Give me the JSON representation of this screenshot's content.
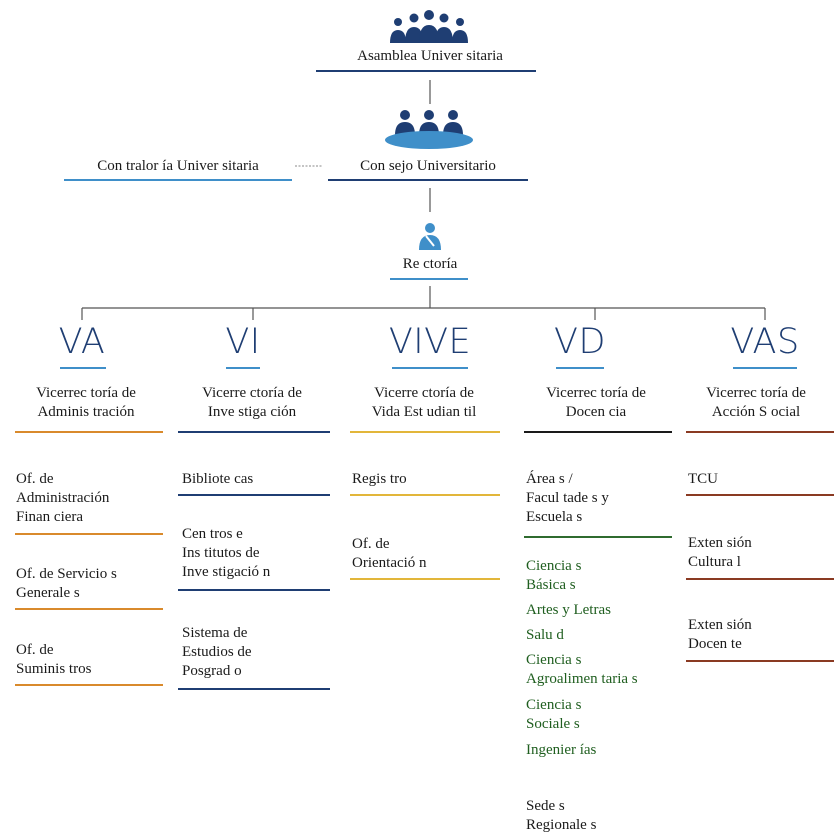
{
  "top": {
    "assembly": "Asamblea  Univer sitaria",
    "council": "Con sejo Universitario",
    "comptroller": "Con tralor ía  Univer sitaria",
    "rectory": "Re ctoría"
  },
  "icons": {
    "assembly": "group-of-people-icon",
    "council": "meeting-table-icon",
    "rectory": "person-icon"
  },
  "colors": {
    "navy": "#1f3e73",
    "blue": "#3f8fc9",
    "orange": "#d98a2c",
    "yellow": "#e2b63a",
    "green": "#2f6b2f",
    "brown": "#8a3a22",
    "greenText": "#1f5e1f"
  },
  "columns": [
    {
      "abbr": "VA",
      "title": "Vicerrec toría de\nAdminis tración",
      "items": [
        "Of.  de\nAdministración\nFinan ciera",
        "Of. de Servicio s\nGenerale  s",
        "Of.  de\nSuminis tros"
      ]
    },
    {
      "abbr": "VI",
      "title": "Vicerre ctoría de\nInve stiga ción",
      "items": [
        "Bibliote cas",
        "Cen tros  e\nIns titutos  de\nInve stigació n",
        "Sistema  de\nEstudios  de\nPosgrad o"
      ]
    },
    {
      "abbr": "VIVE",
      "title": "Vicerre ctoría de\nVida Est udian til",
      "items": [
        "Regis tro",
        "Of.  de\nOrientació n"
      ]
    },
    {
      "abbr": "VD",
      "title": "Vicerrec toría de\nDocen cia",
      "items": [
        "Área s /\nFacul tade s  y\nEscuela s"
      ],
      "subitems": [
        "Ciencia s\nBásica s",
        "Artes y  Letras",
        "Salu d",
        "Ciencia s\nAgroalimen taria s",
        "Ciencia s\nSociale s",
        "Ingenier ías"
      ],
      "extra": "Sede s\nRegionale  s"
    },
    {
      "abbr": "VAS",
      "title": "Vicerrec toría de\nAcción S ocial",
      "items": [
        "TCU",
        "Exten sión\nCultura l",
        "Exten sión\nDocen te"
      ]
    }
  ]
}
